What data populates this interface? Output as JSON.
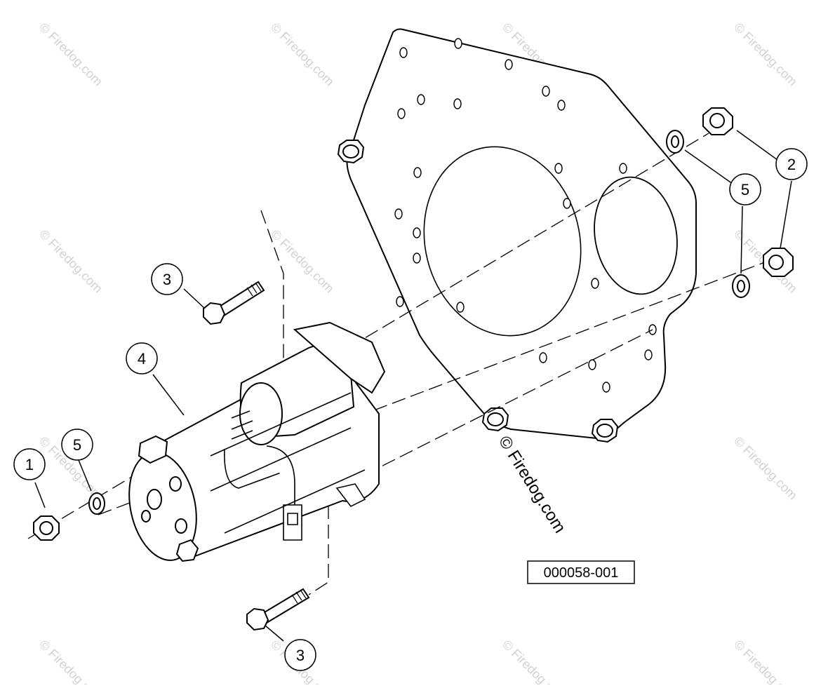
{
  "diagram": {
    "part_number": "000058-001",
    "credit": "© Firedog.com",
    "watermark": "© Firedog.com",
    "callouts": [
      {
        "id": "c1",
        "label": "1"
      },
      {
        "id": "c2",
        "label": "2"
      },
      {
        "id": "c3a",
        "label": "3"
      },
      {
        "id": "c3b",
        "label": "3"
      },
      {
        "id": "c4",
        "label": "4"
      },
      {
        "id": "c5a",
        "label": "5"
      },
      {
        "id": "c5b",
        "label": "5"
      }
    ]
  }
}
